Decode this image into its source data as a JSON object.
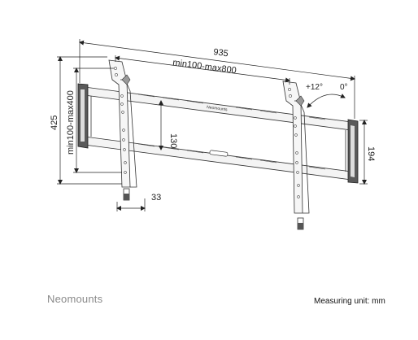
{
  "diagram": {
    "dimensions": {
      "width_total": "935",
      "width_range": "min100-max800",
      "height_total": "425",
      "height_range": "min100-max400",
      "rail_spacing": "130",
      "bracket_depth": "194",
      "wall_distance": "33",
      "tilt_max": "+12°",
      "tilt_min": "0°"
    },
    "plate_label": "Neomounts"
  },
  "footer": {
    "brand": "Neomounts",
    "measuring_unit": "Measuring unit: mm"
  }
}
